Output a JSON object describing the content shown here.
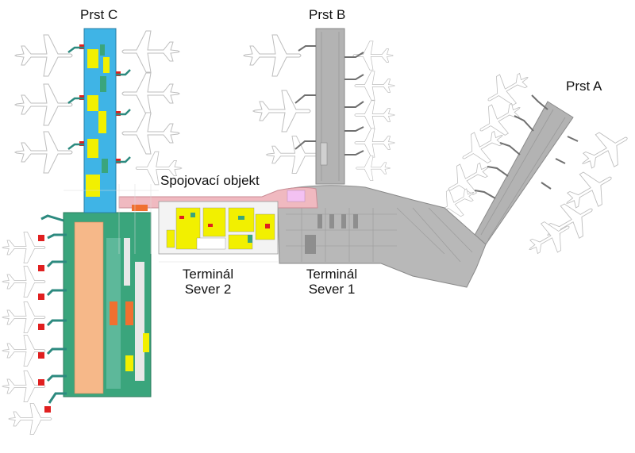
{
  "labels": {
    "pier_c": "Prst C",
    "pier_b": "Prst B",
    "pier_a": "Prst A",
    "connector": "Spojovací objekt",
    "terminal_north_2": {
      "line1": "Terminál",
      "line2": "Sever 2"
    },
    "terminal_north_1": {
      "line1": "Terminál",
      "line2": "Sever 1"
    }
  },
  "colors": {
    "pier_c_blue": "#3fb4e6",
    "pier_b_grey": "#b3b3b3",
    "pier_a_grey": "#b3b3b3",
    "terminal_1_grey": "#b8b8b8",
    "terminal_2_yellow": "#f2f000",
    "connector_pink": "#f0b9c0",
    "hall_green": "#3aa57c",
    "hall_orange": "#f6b889",
    "red_marker": "#e02020",
    "aircraft_outline": "#c9c9c9",
    "bridge_teal": "#2c8a7f"
  }
}
